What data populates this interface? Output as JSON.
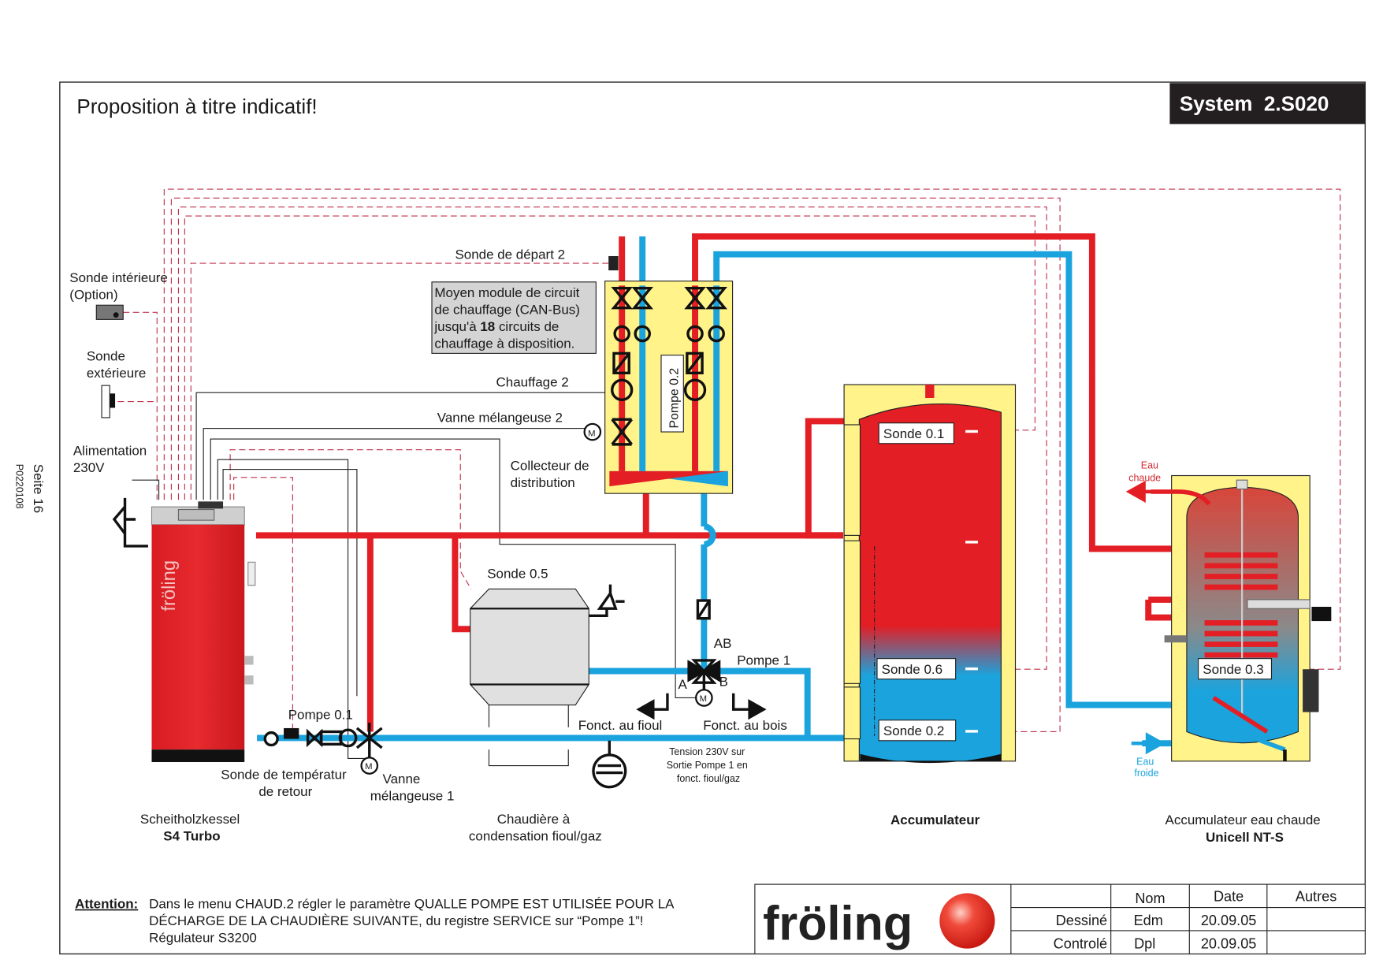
{
  "header": {
    "title": "Proposition à titre indicatif!",
    "system_label": "System  2.S020"
  },
  "margin": {
    "page": "Seite 16",
    "code": "P0220108"
  },
  "colors": {
    "hot": "#e31e24",
    "cold": "#1ba3dd",
    "insulation": "#fff38a",
    "signal": "#c0304a",
    "module_box": "#d4d4d4"
  },
  "labels": {
    "sonde_interieure": [
      "Sonde intérieure",
      "(Option)"
    ],
    "sonde_exterieure": [
      "Sonde",
      "extérieure"
    ],
    "alimentation": [
      "Alimentation",
      "230V"
    ],
    "sonde_depart_2": "Sonde de départ 2",
    "module_note": [
      "Moyen module de circuit",
      "de chauffage (CAN-Bus)",
      "jusqu'à ",
      "18",
      " circuits de",
      "chauffage à disposition."
    ],
    "chauffage_2": "Chauffage 2",
    "vanne_melangeuse_2": "Vanne mélangeuse 2",
    "collecteur": [
      "Collecteur de",
      "distribution"
    ],
    "pompe_02": "Pompe 0.2",
    "sonde_05": "Sonde 0.5",
    "ab": "AB",
    "a": "A",
    "b": "B",
    "m": "M",
    "pompe_1": "Pompe 1",
    "fonct_fioul": "Fonct. au fioul",
    "fonct_bois": "Fonct. au bois",
    "tension_note": [
      "Tension 230V sur",
      "Sortie Pompe 1 en",
      "fonct. fioul/gaz"
    ],
    "pompe_01": "Pompe 0.1",
    "sonde_retour": [
      "Sonde de températur",
      "de retour"
    ],
    "vanne_melangeuse_1": [
      "Vanne",
      "mélangeuse 1"
    ],
    "sonde_01": "Sonde 0.1",
    "sonde_06": "Sonde 0.6",
    "sonde_02": "Sonde 0.2",
    "sonde_03": "Sonde 0.3",
    "eau_chaude": [
      "Eau",
      "chaude"
    ],
    "eau_froide": [
      "Eau",
      "froide"
    ],
    "boiler_brand": "fröling"
  },
  "components": {
    "boiler": [
      "Scheitholzkessel",
      "S4 Turbo"
    ],
    "condensing": [
      "Chaudière à",
      "condensation fioul/gaz"
    ],
    "accumulator": "Accumulateur",
    "dhw_tank": [
      "Accumulateur eau chaude",
      "Unicell NT-S"
    ]
  },
  "footer": {
    "attention_label": "Attention:",
    "attention_lines": [
      "Dans le menu CHAUD.2 régler le paramètre QUALLE POMPE EST UTILISÉE POUR LA",
      "DÉCHARGE DE LA CHAUDIÈRE SUIVANTE, du registre SERVICE sur “Pompe 1”!",
      "Régulateur S3200"
    ],
    "logo": "fröling",
    "table": {
      "headers": [
        "",
        "Nom",
        "Date",
        "Autres"
      ],
      "rows": [
        [
          "Dessiné",
          "Edm",
          "20.09.05",
          ""
        ],
        [
          "Controlé",
          "Dpl",
          "20.09.05",
          ""
        ]
      ]
    }
  }
}
